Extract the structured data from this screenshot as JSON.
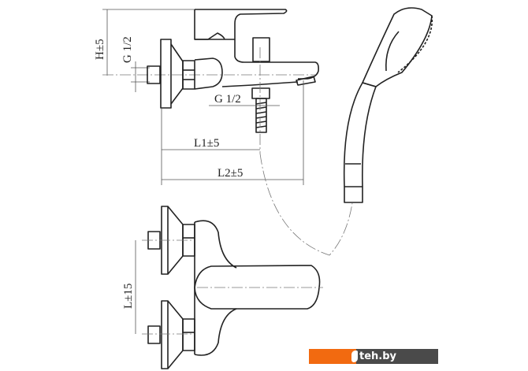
{
  "dimensions": {
    "height": "H±5",
    "thread_inlet": "G 1/2",
    "thread_outlet": "G 1/2",
    "length_1": "L1±5",
    "length_2": "L2±5",
    "inlet_spacing": "L±15"
  },
  "logo": {
    "text": "teh.by",
    "accent_color": "#f26a10",
    "dark_color": "#4a4a4a"
  }
}
